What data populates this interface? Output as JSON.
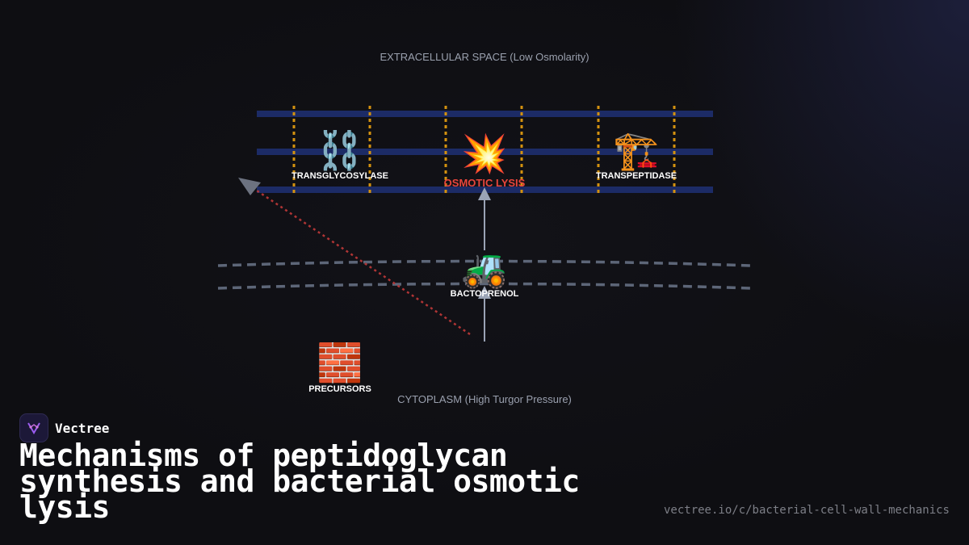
{
  "diagram": {
    "extracellular_label": "EXTRACELLULAR SPACE (Low Osmolarity)",
    "cytoplasm_label": "CYTOPLASM (High Turgor Pressure)",
    "nodes": {
      "transglycosylase": {
        "label": "TRANSGLYCOSYLASE",
        "icon": "chain-icon",
        "glyph": "⛓️"
      },
      "osmotic_lysis": {
        "label": "OSMOTIC LYSIS",
        "icon": "explosion-icon",
        "glyph": "💥"
      },
      "transpeptidase": {
        "label": "TRANSPEPTIDASE",
        "icon": "crane-icon",
        "glyph": "🏗️"
      },
      "bactoprenol": {
        "label": "BACTOPRENOL",
        "icon": "tractor-icon",
        "glyph": "🚜"
      },
      "precursors": {
        "label": "PRECURSORS",
        "icon": "bricks-icon",
        "glyph": "🧱"
      }
    },
    "colors": {
      "peptidoglycan_strand": "#1c2b66",
      "crosslink": "#d4920f",
      "membrane": "#5d6678",
      "arrow": "#9aa3b5",
      "failure_path": "#b03535",
      "lysis_text": "#e8453c"
    }
  },
  "footer": {
    "brand": "Vectree",
    "brand_icon": "vectree-logo-icon",
    "title": "Mechanisms of peptidoglycan synthesis and bacterial osmotic lysis",
    "url": "vectree.io/c/bacterial-cell-wall-mechanics"
  }
}
